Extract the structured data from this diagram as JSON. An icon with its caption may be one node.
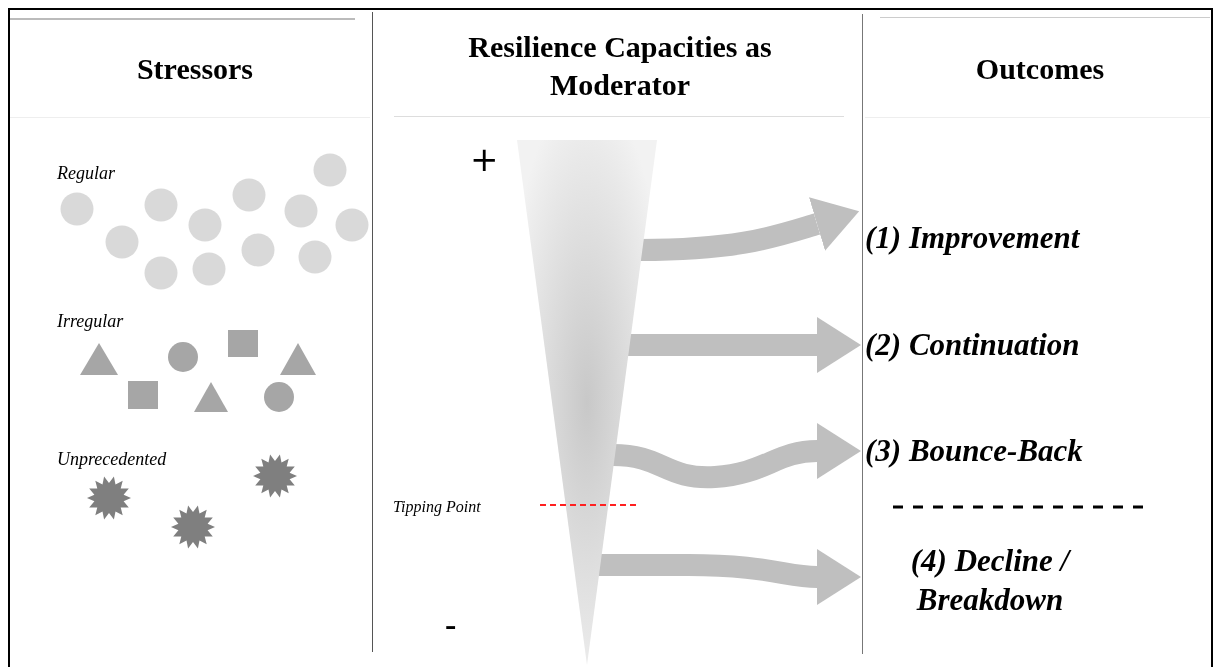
{
  "diagram": {
    "nodes": [
      {
        "text": [],
        "shape": "triangle"
      },
      {
        "text": [
          "(1) Improvement"
        ]
      },
      {
        "text": [
          "(2) Continuation"
        ]
      },
      {
        "text": [
          "(3) Bounce-Back"
        ]
      },
      {
        "text": [
          "(4) Decline / Breakdown"
        ]
      }
    ],
    "edges": [
      {
        "from": 0,
        "to": 1,
        "arrow": "to"
      },
      {
        "from": 0,
        "to": 2,
        "arrow": "to"
      },
      {
        "from": 0,
        "to": 3,
        "arrow": "to"
      },
      {
        "from": 0,
        "to": 4,
        "arrow": "to"
      }
    ],
    "labels": [
      "Stressors",
      "Resilience Capacities as Moderator",
      "Outcomes",
      "Regular",
      "Irregular",
      "Unprecedented",
      "+",
      "Tipping Point",
      "-"
    ]
  }
}
